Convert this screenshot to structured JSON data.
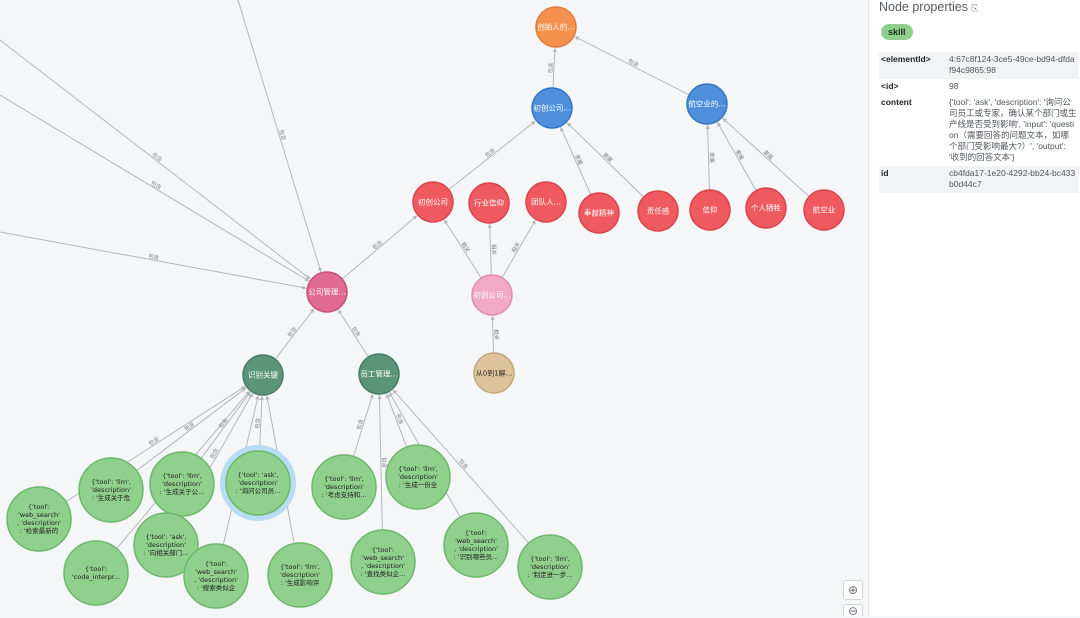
{
  "panel": {
    "title": "Node properties",
    "copy_icon": "copy-icon",
    "badge": "skill",
    "props": [
      {
        "key": "<elementId>",
        "value": "4:67c8f124-3ce5-49ce-bd94-dfdaf94c9865:98"
      },
      {
        "key": "<id>",
        "value": "98"
      },
      {
        "key": "content",
        "value": "{'tool': 'ask', 'description': '询问公司员工或专家，确认某个部门或生产线是否受到影响', 'input': 'question（需要回答的问题文本，如哪个部门受影响最大?）', 'output': '收到的回答文本'}"
      },
      {
        "key": "id",
        "value": "cb4fda17-1e20-4292-bb24-bc433b0d44c7"
      }
    ]
  },
  "zoom": {
    "in_icon": "zoom-in-icon",
    "out_icon": "zoom-out-icon",
    "in_label": "⊕",
    "out_label": "⊖"
  },
  "colors": {
    "orange": "#f4914f",
    "blue": "#4d8fdb",
    "red": "#ee5a60",
    "pink": "#e06a92",
    "lightpink": "#f2a9c3",
    "tan": "#dcc39a",
    "teal": "#5a9479",
    "green": "#8fd08d",
    "selected_ring": "#b7dcf5",
    "edge": "#b3b8bd"
  },
  "graph": {
    "nodes": {
      "n_orange": {
        "label": "创始人的...",
        "color": "orange"
      },
      "n_blue1": {
        "label": "初创公司...",
        "color": "blue"
      },
      "n_blue2": {
        "label": "航空业的...",
        "color": "blue"
      },
      "n_r1": {
        "label": "初创公司",
        "color": "red"
      },
      "n_r2": {
        "label": "行业信仰",
        "color": "red"
      },
      "n_r3": {
        "label": "团队人...",
        "color": "red"
      },
      "n_r4": {
        "label": "奉献精神",
        "color": "red"
      },
      "n_r5": {
        "label": "责任感",
        "color": "red"
      },
      "n_r6": {
        "label": "信仰",
        "color": "red"
      },
      "n_r7": {
        "label": "个人牺牲",
        "color": "red"
      },
      "n_r8": {
        "label": "航空业",
        "color": "red"
      },
      "n_pink": {
        "label": "公司管理...",
        "color": "pink"
      },
      "n_lpink": {
        "label": "初创公司...",
        "color": "lightpink"
      },
      "n_tan": {
        "label": "从0到1解...",
        "color": "tan"
      },
      "n_teal1": {
        "label": "识别关键",
        "color": "teal"
      },
      "n_teal2": {
        "label": "员工管理...",
        "color": "teal"
      },
      "g1": {
        "lines": [
          "{'tool':",
          "'web_search'",
          ", 'description'",
          ": '检索最新的"
        ],
        "color": "green"
      },
      "g2": {
        "lines": [
          "{'tool': 'llm',",
          "'description'",
          ": '生成关于危"
        ],
        "color": "green"
      },
      "g3": {
        "lines": [
          "{'tool': 'llm',",
          "'description'",
          ": '生成关于公..."
        ],
        "color": "green"
      },
      "g4": {
        "lines": [
          "{'tool': 'ask',",
          "'description'",
          ": '询问公司员..."
        ],
        "color": "green"
      },
      "g5": {
        "lines": [
          "{'tool':",
          "'code_interpr..."
        ],
        "color": "green"
      },
      "g6": {
        "lines": [
          "{'tool': 'ask',",
          "'description'",
          ": '向相关部门..."
        ],
        "color": "green"
      },
      "g7": {
        "lines": [
          "{'tool':",
          "'web_search'",
          ", 'description'",
          ": '搜索类似企"
        ],
        "color": "green"
      },
      "g8": {
        "lines": [
          "{'tool': 'llm',",
          "'description'",
          ": '生成影响评"
        ],
        "color": "green"
      },
      "g9": {
        "lines": [
          "{'tool': 'llm',",
          "'description'",
          ": '考虑支持和..."
        ],
        "color": "green"
      },
      "g10": {
        "lines": [
          "{'tool': 'llm',",
          "'description'",
          ": '生成一份全"
        ],
        "color": "green"
      },
      "g11": {
        "lines": [
          "{'tool':",
          "'web_search'",
          ", 'description'",
          ": '查找类似企..."
        ],
        "color": "green"
      },
      "g12": {
        "lines": [
          "{'tool':",
          "'web_search'",
          ", 'description'",
          ": '识别哪些员..."
        ],
        "color": "green"
      },
      "g13": {
        "lines": [
          "{'tool': 'llm',",
          "'description'",
          ": '制定进一步..."
        ],
        "color": "green"
      }
    },
    "edge_labels": {
      "contain": "包含",
      "relate": "相关",
      "belong": "隶属"
    }
  }
}
